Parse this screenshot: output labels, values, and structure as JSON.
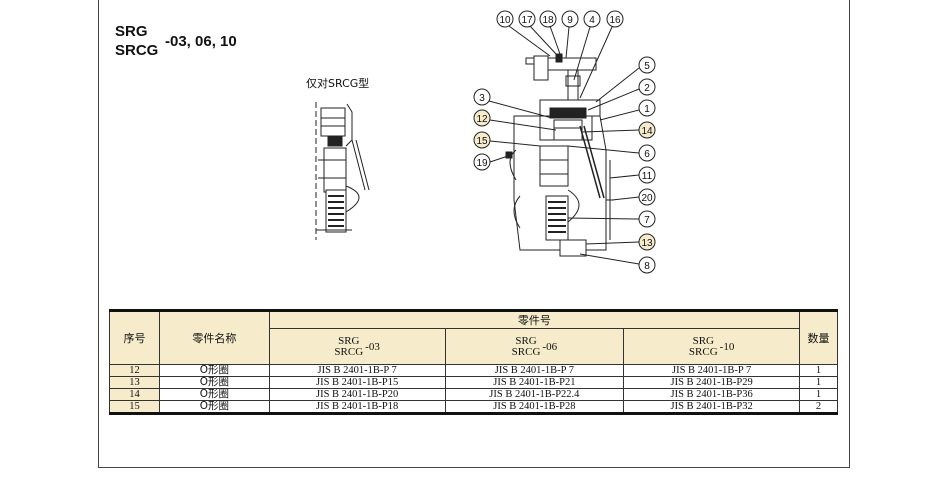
{
  "header": {
    "model_line1": "SRG",
    "model_line2": "SRCG",
    "model_sizes": "-03, 06, 10"
  },
  "figure": {
    "inset_caption": "仅对SRCG型",
    "callouts_top": [
      "10",
      "17",
      "18",
      "9",
      "4",
      "16"
    ],
    "callouts_right": [
      "5",
      "2",
      "1",
      "14",
      "6",
      "11",
      "20",
      "7",
      "13",
      "8"
    ],
    "callouts_left": [
      "3",
      "12",
      "15",
      "19"
    ],
    "highlighted": [
      "12",
      "15",
      "14",
      "13"
    ]
  },
  "table": {
    "col_index": "序号",
    "col_name": "零件名称",
    "col_partno": "零件号",
    "col_qty": "数量",
    "sub_headers": [
      {
        "line1": "SRG",
        "line2": "SRCG",
        "suffix": "-03"
      },
      {
        "line1": "SRG",
        "line2": "SRCG",
        "suffix": "-06"
      },
      {
        "line1": "SRG",
        "line2": "SRCG",
        "suffix": "-10"
      }
    ],
    "rows": [
      {
        "idx": "12",
        "name": "O形圈",
        "p03": "JIS B 2401-1B-P 7",
        "p06": "JIS B 2401-1B-P 7",
        "p10": "JIS B 2401-1B-P 7",
        "qty": "1"
      },
      {
        "idx": "13",
        "name": "O形圈",
        "p03": "JIS B 2401-1B-P15",
        "p06": "JIS B 2401-1B-P21",
        "p10": "JIS B 2401-1B-P29",
        "qty": "1"
      },
      {
        "idx": "14",
        "name": "O形圈",
        "p03": "JIS B 2401-1B-P20",
        "p06": "JIS B 2401-1B-P22.4",
        "p10": "JIS B 2401-1B-P36",
        "qty": "1"
      },
      {
        "idx": "15",
        "name": "O形圈",
        "p03": "JIS B 2401-1B-P18",
        "p06": "JIS B 2401-1B-P28",
        "p10": "JIS B 2401-1B-P32",
        "qty": "2"
      }
    ]
  },
  "colors": {
    "highlight": "#f6eccb",
    "line": "#333333"
  }
}
